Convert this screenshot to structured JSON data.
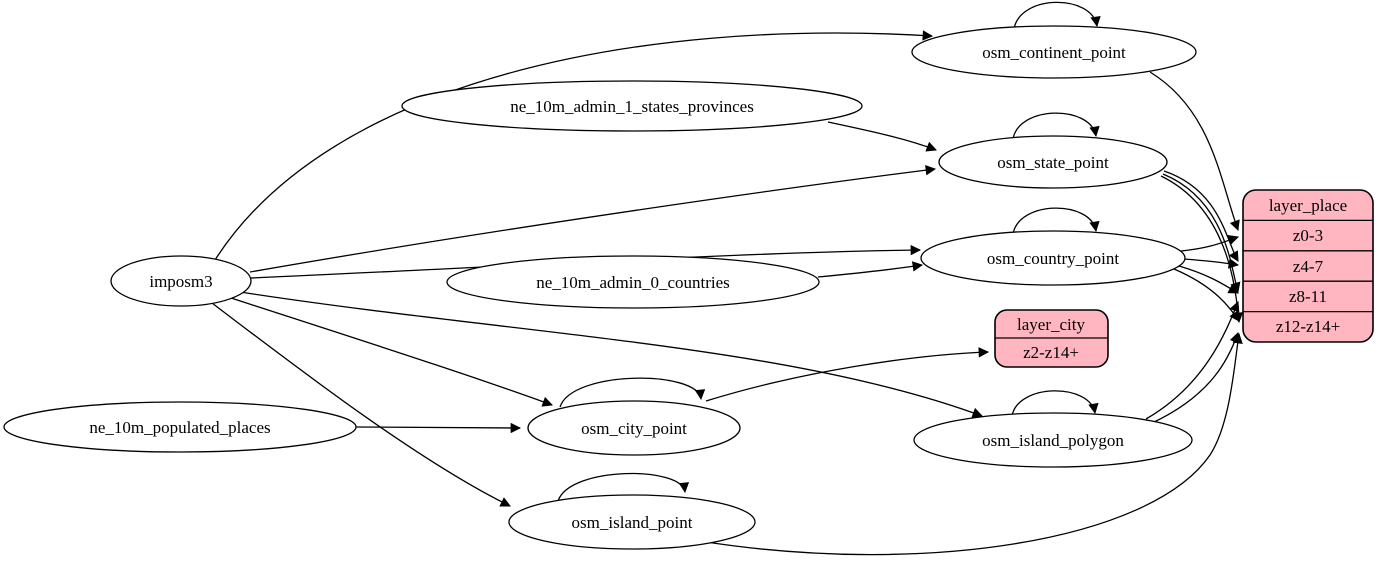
{
  "diagram": {
    "type": "graphviz-dependency-graph",
    "background_color": "#ffffff",
    "node_fill_color": "#ffffff",
    "record_fill_color": "#ffb6c1",
    "stroke_color": "#000000",
    "nodes": {
      "imposm3": {
        "label": "imposm3"
      },
      "ne_10m_admin_1_states_provinces": {
        "label": "ne_10m_admin_1_states_provinces"
      },
      "ne_10m_admin_0_countries": {
        "label": "ne_10m_admin_0_countries"
      },
      "ne_10m_populated_places": {
        "label": "ne_10m_populated_places"
      },
      "osm_continent_point": {
        "label": "osm_continent_point"
      },
      "osm_state_point": {
        "label": "osm_state_point"
      },
      "osm_country_point": {
        "label": "osm_country_point"
      },
      "osm_city_point": {
        "label": "osm_city_point"
      },
      "osm_island_polygon": {
        "label": "osm_island_polygon"
      },
      "osm_island_point": {
        "label": "osm_island_point"
      }
    },
    "records": {
      "layer_city": {
        "title": "layer_city",
        "rows": [
          "z2-z14+"
        ]
      },
      "layer_place": {
        "title": "layer_place",
        "rows": [
          "z0-3",
          "z4-7",
          "z8-11",
          "z12-z14+"
        ]
      }
    },
    "edges": [
      {
        "from": "imposm3",
        "to": "osm_continent_point"
      },
      {
        "from": "imposm3",
        "to": "osm_state_point"
      },
      {
        "from": "imposm3",
        "to": "osm_country_point"
      },
      {
        "from": "imposm3",
        "to": "osm_city_point"
      },
      {
        "from": "imposm3",
        "to": "osm_island_polygon"
      },
      {
        "from": "imposm3",
        "to": "osm_island_point"
      },
      {
        "from": "ne_10m_admin_1_states_provinces",
        "to": "osm_state_point"
      },
      {
        "from": "ne_10m_admin_0_countries",
        "to": "osm_country_point"
      },
      {
        "from": "ne_10m_populated_places",
        "to": "osm_city_point"
      },
      {
        "from": "osm_continent_point",
        "to": "osm_continent_point"
      },
      {
        "from": "osm_state_point",
        "to": "osm_state_point"
      },
      {
        "from": "osm_country_point",
        "to": "osm_country_point"
      },
      {
        "from": "osm_city_point",
        "to": "osm_city_point"
      },
      {
        "from": "osm_island_polygon",
        "to": "osm_island_polygon"
      },
      {
        "from": "osm_island_point",
        "to": "osm_island_point"
      },
      {
        "from": "osm_continent_point",
        "to": "layer_place:z0-3"
      },
      {
        "from": "osm_country_point",
        "to": "layer_place:z0-3"
      },
      {
        "from": "osm_country_point",
        "to": "layer_place:z4-7"
      },
      {
        "from": "osm_country_point",
        "to": "layer_place:z8-11"
      },
      {
        "from": "osm_country_point",
        "to": "layer_place:z12-z14+"
      },
      {
        "from": "osm_state_point",
        "to": "layer_place:z4-7"
      },
      {
        "from": "osm_state_point",
        "to": "layer_place:z8-11"
      },
      {
        "from": "osm_state_point",
        "to": "layer_place:z12-z14+"
      },
      {
        "from": "osm_island_polygon",
        "to": "layer_place:z8-11"
      },
      {
        "from": "osm_island_polygon",
        "to": "layer_place:z12-z14+"
      },
      {
        "from": "osm_island_point",
        "to": "layer_place:z12-z14+"
      },
      {
        "from": "osm_city_point",
        "to": "layer_city:z2-z14+"
      }
    ]
  }
}
